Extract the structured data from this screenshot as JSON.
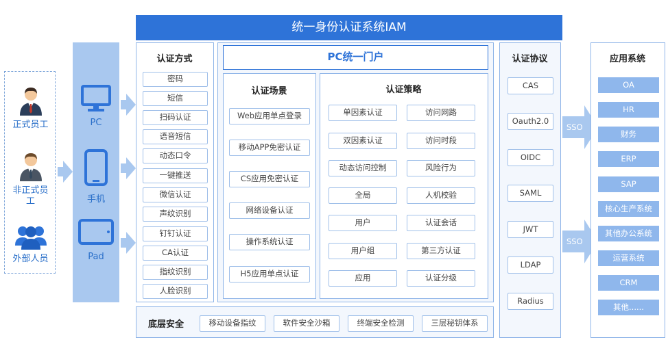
{
  "title": "统一身份认证系统IAM",
  "users": [
    "正式员工",
    "非正式员工",
    "外部人员"
  ],
  "devices": [
    "PC",
    "手机",
    "Pad"
  ],
  "auth_methods": {
    "title": "认证方式",
    "items": [
      "密码",
      "短信",
      "扫码认证",
      "语音短信",
      "动态口令",
      "一键推送",
      "微信认证",
      "声纹识别",
      "钉钉认证",
      "CA认证",
      "指纹识别",
      "人脸识别"
    ]
  },
  "portal": {
    "title": "PC统一门户",
    "scenes": {
      "title": "认证场景",
      "items": [
        "Web应用单点登录",
        "移动APP免密认证",
        "CS应用免密认证",
        "网络设备认证",
        "操作系统认证",
        "H5应用单点认证"
      ]
    },
    "policy": {
      "title": "认证策略",
      "left": [
        "单因素认证",
        "双因素认证",
        "动态访问控制",
        "全局",
        "用户",
        "用户组",
        "应用"
      ],
      "right": [
        "访问网路",
        "访问时段",
        "风险行为",
        "人机校验",
        "认证会话",
        "第三方认证",
        "认证分级"
      ]
    }
  },
  "security": {
    "title": "底层安全",
    "items": [
      "移动设备指纹",
      "软件安全沙箱",
      "终端安全检测",
      "三层秘钥体系"
    ]
  },
  "protocols": {
    "title": "认证协议",
    "items": [
      "CAS",
      "Oauth2.0",
      "OIDC",
      "SAML",
      "JWT",
      "LDAP",
      "Radius"
    ]
  },
  "sso": [
    "SSO",
    "SSO"
  ],
  "apps": {
    "title": "应用系统",
    "items": [
      "OA",
      "HR",
      "财务",
      "ERP",
      "SAP",
      "核心生产系统",
      "其他办公系统",
      "运营系统",
      "CRM",
      "其他......"
    ]
  },
  "colors": {
    "primary": "#2e73d8",
    "light": "#a9c8ef",
    "app_fill": "#8fb7ec",
    "border": "#8eb4e8"
  }
}
